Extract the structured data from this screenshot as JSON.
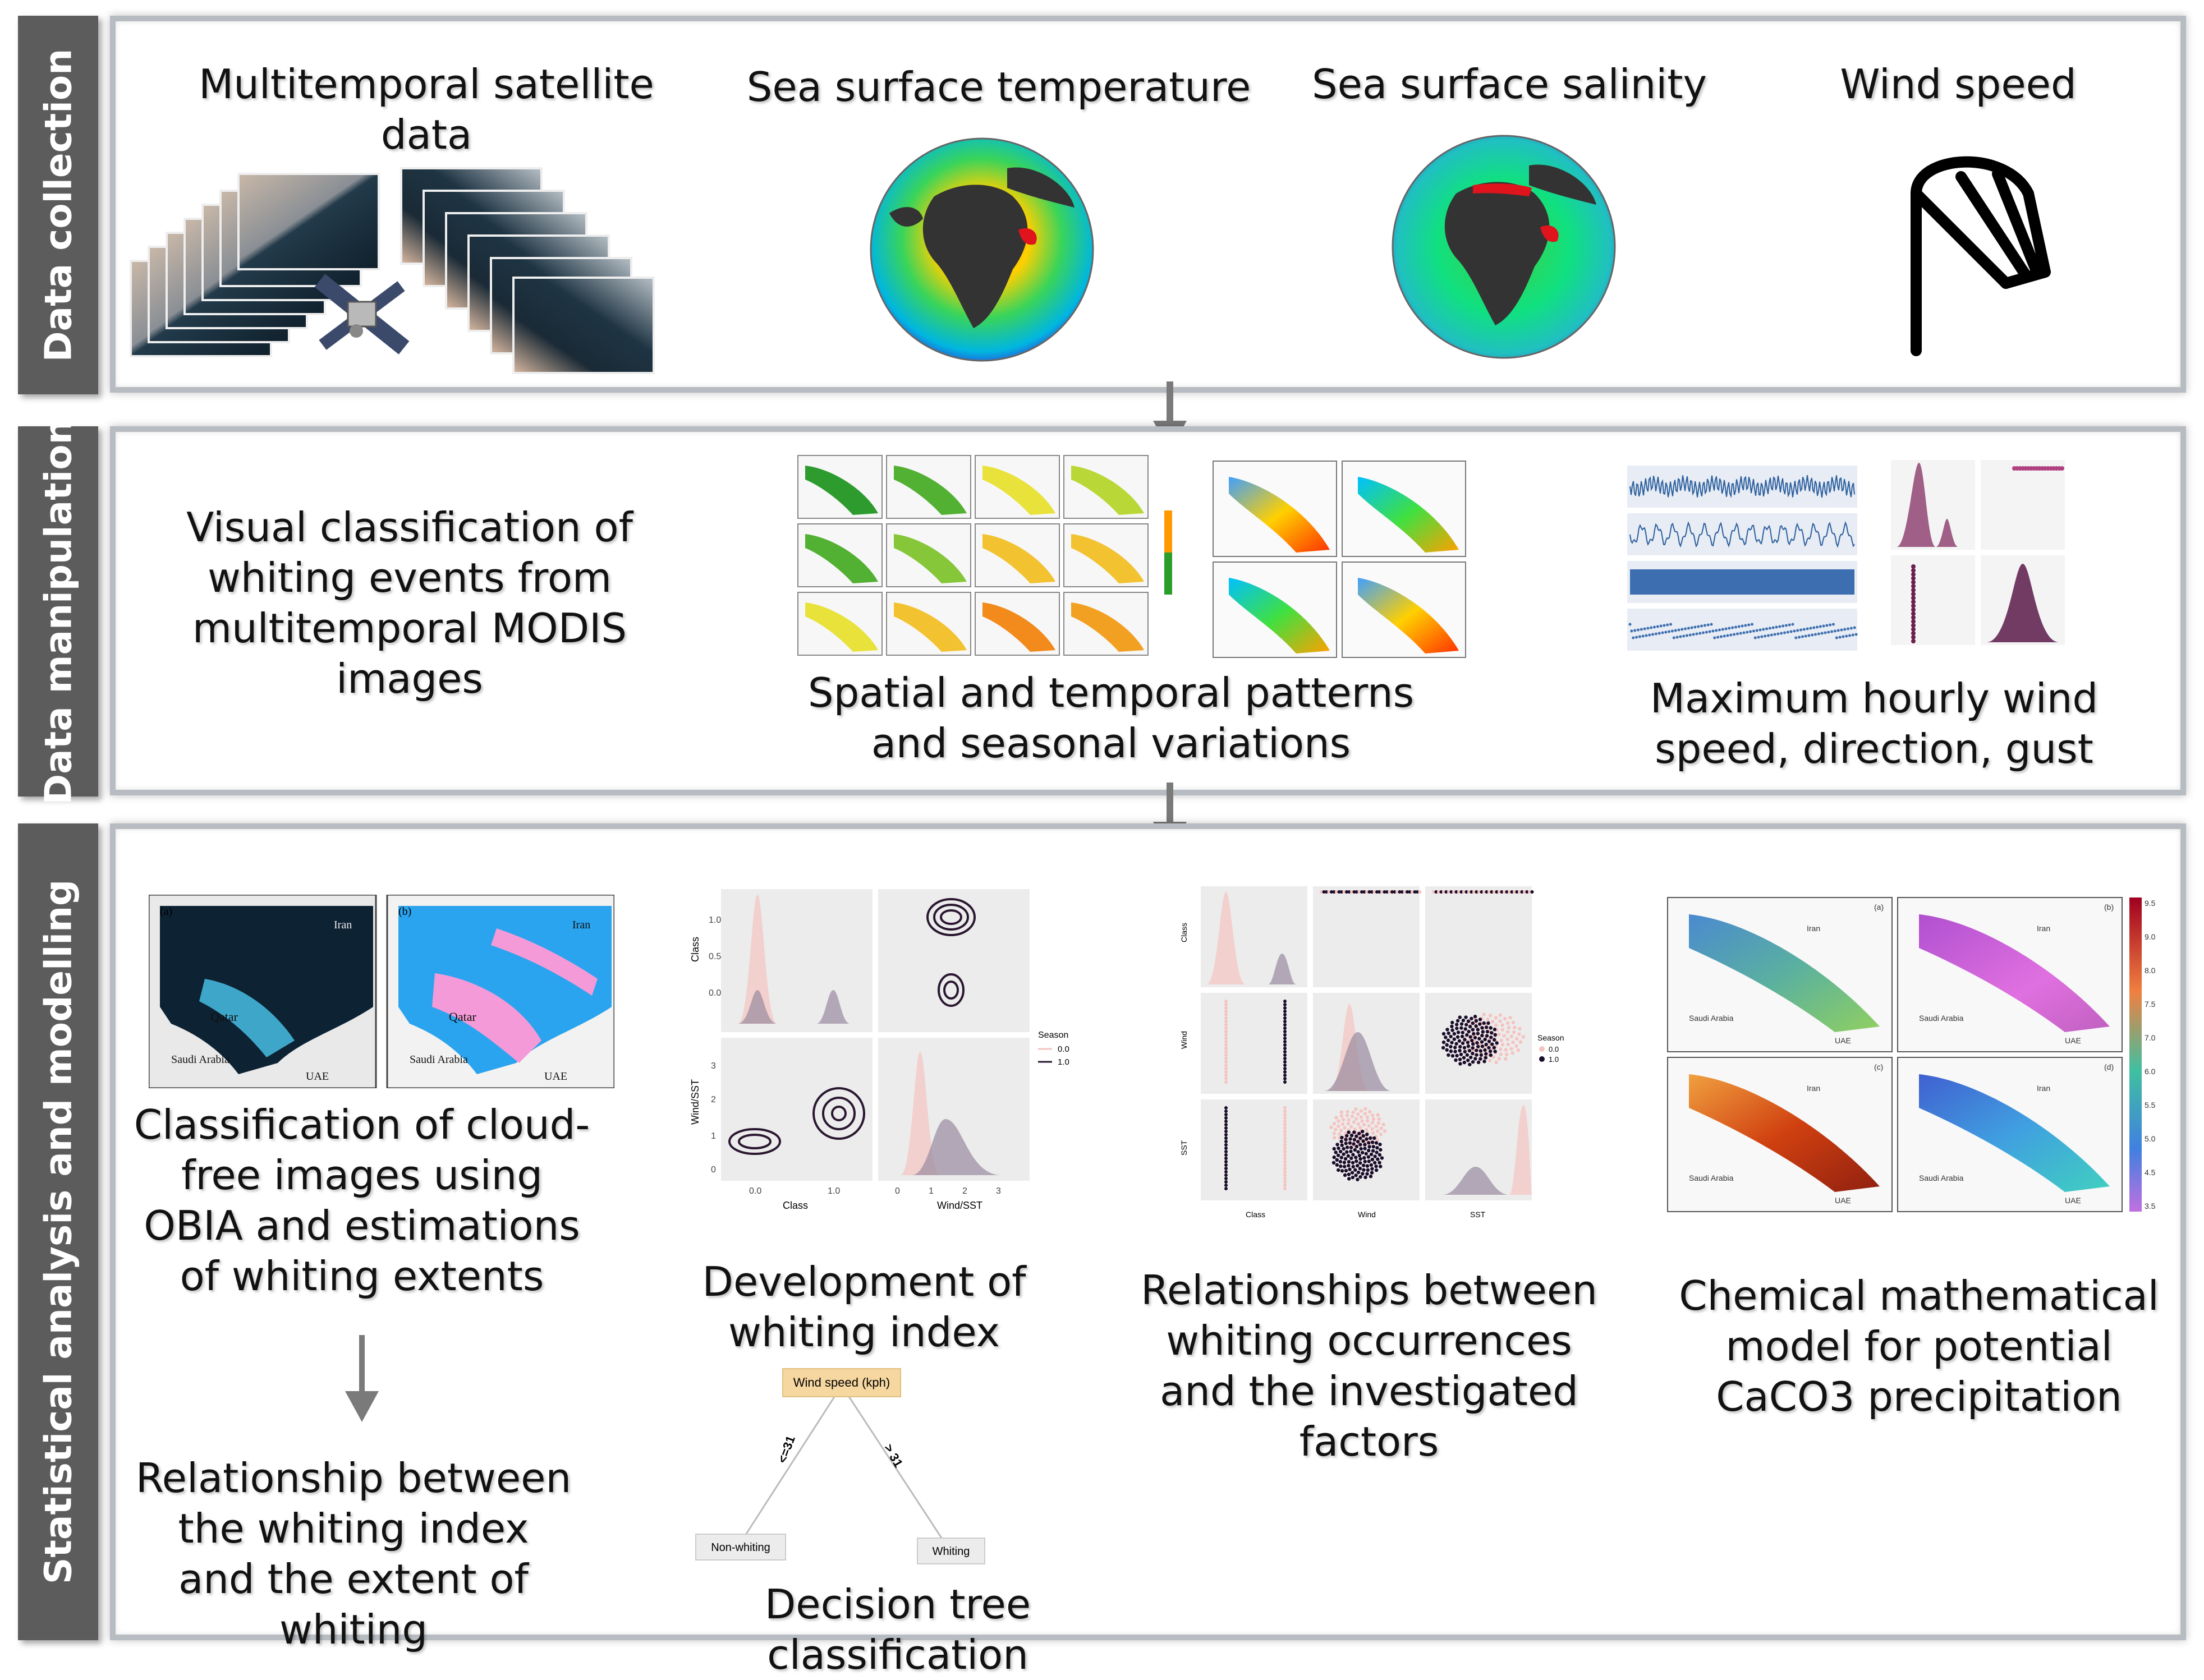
{
  "sections": {
    "collection": "Data collection",
    "manipulation": "Data manipulation",
    "analysis": "Statistical analysis and modelling"
  },
  "collection": {
    "satellite": "Multitemporal satellite data",
    "sst": "Sea surface temperature",
    "sss": "Sea surface salinity",
    "wind": "Wind speed"
  },
  "manipulation": {
    "visual": "Visual classification of whiting events from multitemporal MODIS images",
    "spatial": "Spatial and temporal patterns and seasonal variations",
    "hourly": "Maximum hourly wind speed, direction, gust"
  },
  "analysis": {
    "obia": "Classification of cloud-free images using OBIA and estimations of whiting extents",
    "relationship_index": "Relationship between the whiting index and the extent of whiting",
    "whiting_index": "Development of whiting index",
    "decision_tree": "Decision tree classification",
    "relationships": "Relationships between whiting occurrences and the investigated factors",
    "chemical": "Chemical mathematical model for potential CaCO3 precipitation"
  },
  "obia_map": {
    "panel_a": "(a)",
    "panel_b": "(b)",
    "iran": "Iran",
    "qatar": "Qatar",
    "saudi": "Saudi Arabia",
    "uae": "UAE"
  },
  "tree": {
    "root": "Wind speed (kph)",
    "left_edge": "<=31",
    "right_edge": "> 31",
    "left_leaf": "Non-whiting",
    "right_leaf": "Whiting"
  },
  "pairplot": {
    "y1": "Class",
    "y2": "Wind/SST",
    "x1": "Class",
    "x2": "Wind/SST",
    "legend_title": "Season",
    "legend_a": "0.0",
    "legend_b": "1.0",
    "ticks_y1": [
      "1.0",
      "0.5",
      "0.0"
    ],
    "ticks_y2": [
      "3",
      "2",
      "1",
      "0"
    ],
    "ticks_x1": [
      "0.0",
      "1.0"
    ],
    "ticks_x2": [
      "0",
      "1",
      "2",
      "3"
    ]
  },
  "scatter": {
    "y1": "Class",
    "y2": "Wind",
    "y3": "SST",
    "x1": "Class",
    "x2": "Wind",
    "x3": "SST",
    "legend_title": "Season",
    "legend_a": "0.0",
    "legend_b": "1.0"
  },
  "chem": {
    "a": "(a)",
    "b": "(b)",
    "c": "(c)",
    "d": "(d)",
    "iran": "Iran",
    "saudi": "Saudi Arabia",
    "uae": "UAE",
    "scale": [
      "9.5",
      "9.0",
      "8.0",
      "7.5",
      "7.0",
      "6.0",
      "5.5",
      "5.0",
      "4.5",
      "3.5"
    ]
  },
  "colors": {
    "arrow": "#7a7a7a",
    "sidebar": "#5c5c5c",
    "panel_border": "#b7bcc2"
  }
}
